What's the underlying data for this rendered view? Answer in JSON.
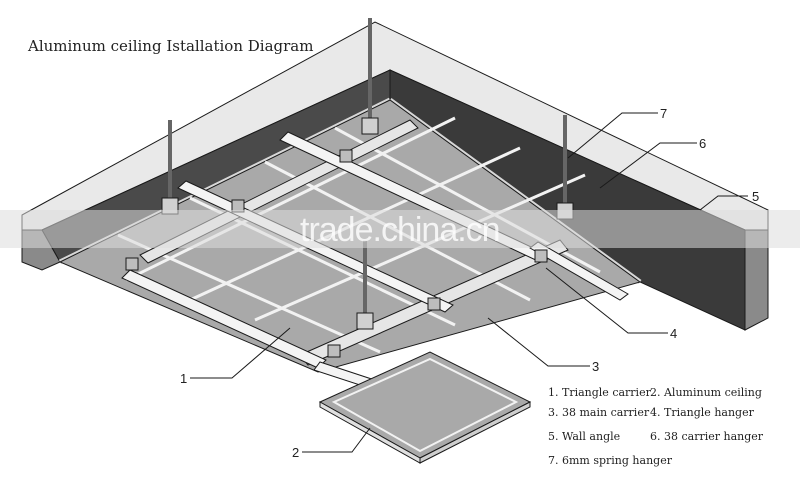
{
  "title": "Aluminum ceiling Istallation Diagram",
  "watermark": "trade.china.cn",
  "callouts": [
    {
      "num": "1"
    },
    {
      "num": "2"
    },
    {
      "num": "3"
    },
    {
      "num": "4"
    },
    {
      "num": "5"
    },
    {
      "num": "6"
    },
    {
      "num": "7"
    }
  ],
  "legend": [
    "1.  Triangle carrier",
    "2.  Aluminum ceiling",
    "3.  38 main carrier",
    "4.  Triangle hanger",
    "5.  Wall angle",
    "6.  38 carrier hanger",
    "7.  6mm spring hanger"
  ],
  "colors": {
    "wall_top": "#e9e9e9",
    "wall_dark": "#3e3e3e",
    "panel": "#a9a9a9",
    "carrier": "#f4f4f4",
    "line": "#1a1a1a",
    "band": "#dcdcdc"
  }
}
